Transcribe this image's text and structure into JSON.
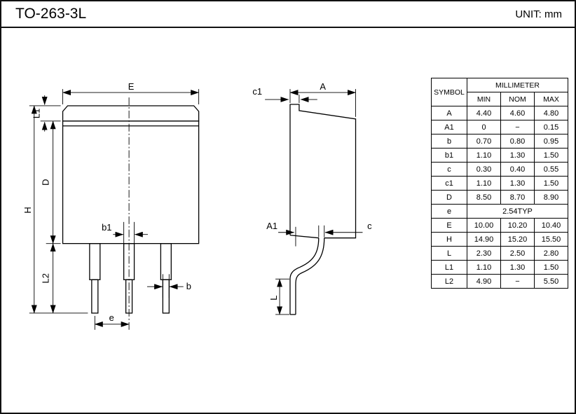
{
  "header": {
    "title": "TO-263-3L",
    "unit": "UNIT: mm"
  },
  "dims": {
    "E": "E",
    "L1": "L1",
    "D": "D",
    "H": "H",
    "L2": "L2",
    "b1": "b1",
    "b": "b",
    "e": "e",
    "A": "A",
    "c1": "c1",
    "A1": "A1",
    "c": "c",
    "L": "L"
  },
  "table": {
    "symbol_header": "SYMBOL",
    "unit_header": "MILLIMETER",
    "columns": [
      "MIN",
      "NOM",
      "MAX"
    ],
    "rows": [
      {
        "sym": "A",
        "min": "4.40",
        "nom": "4.60",
        "max": "4.80"
      },
      {
        "sym": "A1",
        "min": "0",
        "nom": "−",
        "max": "0.15"
      },
      {
        "sym": "b",
        "min": "0.70",
        "nom": "0.80",
        "max": "0.95"
      },
      {
        "sym": "b1",
        "min": "1.10",
        "nom": "1.30",
        "max": "1.50"
      },
      {
        "sym": "c",
        "min": "0.30",
        "nom": "0.40",
        "max": "0.55"
      },
      {
        "sym": "c1",
        "min": "1.10",
        "nom": "1.30",
        "max": "1.50"
      },
      {
        "sym": "D",
        "min": "8.50",
        "nom": "8.70",
        "max": "8.90"
      },
      {
        "sym": "e",
        "typ": "2.54TYP"
      },
      {
        "sym": "E",
        "min": "10.00",
        "nom": "10.20",
        "max": "10.40"
      },
      {
        "sym": "H",
        "min": "14.90",
        "nom": "15.20",
        "max": "15.50"
      },
      {
        "sym": "L",
        "min": "2.30",
        "nom": "2.50",
        "max": "2.80"
      },
      {
        "sym": "L1",
        "min": "1.10",
        "nom": "1.30",
        "max": "1.50"
      },
      {
        "sym": "L2",
        "min": "4.90",
        "nom": "−",
        "max": "5.50"
      }
    ]
  }
}
